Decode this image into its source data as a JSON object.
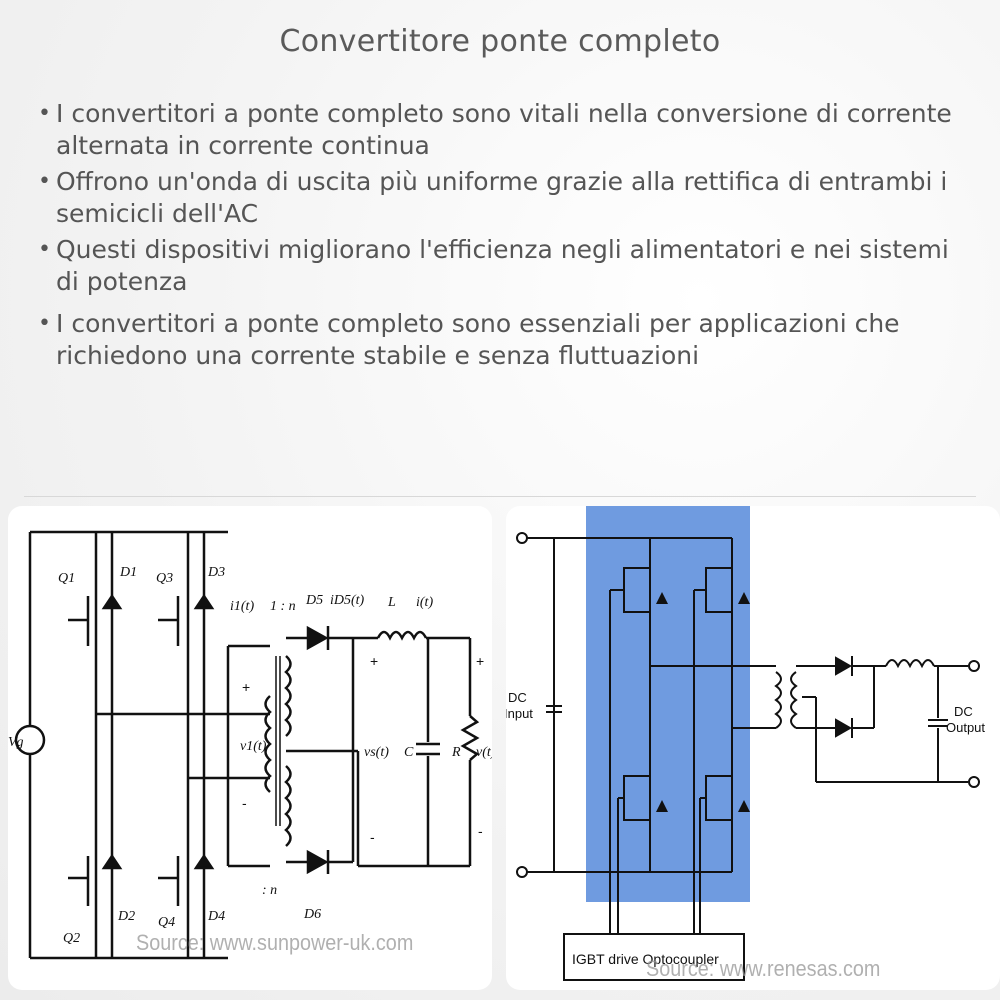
{
  "title": "Convertitore ponte completo",
  "bullets": [
    "I convertitori a ponte completo sono vitali nella conversione di corrente alternata in corrente continua",
    "Offrono un'onda di uscita più uniforme grazie alla rettifica di entrambi i semicicli dell'AC",
    "Questi dispositivi migliorano l'efficienza negli alimentatori e nei sistemi di potenza",
    "I convertitori a ponte completo sono essenziali per applicazioni che richiedono una corrente stabile e senza fluttuazioni"
  ],
  "left_diagram": {
    "source": "Source: www.sunpower-uk.com",
    "labels": {
      "vg": "Vg",
      "q1": "Q1",
      "q2": "Q2",
      "q3": "Q3",
      "q4": "Q4",
      "d1": "D1",
      "d2": "D2",
      "d3": "D3",
      "d4": "D4",
      "d5": "D5",
      "d6": "D6",
      "i1": "i1(t)",
      "ratio_top": "1 : n",
      "ratio_bottom": ": n",
      "v1": "v1(t)",
      "id5": "iD5(t)",
      "l": "L",
      "it": "i(t)",
      "vs": "vs(t)",
      "c": "C",
      "r": "R",
      "vt": "v(t)",
      "plus": "+",
      "minus": "-"
    }
  },
  "right_diagram": {
    "source": "Source: www.renesas.com",
    "dc_input": [
      "DC",
      "Input"
    ],
    "dc_output": [
      "DC",
      "Output"
    ],
    "driver_label": "IGBT drive Optocoupler",
    "highlight_color": "#6f9be0"
  }
}
